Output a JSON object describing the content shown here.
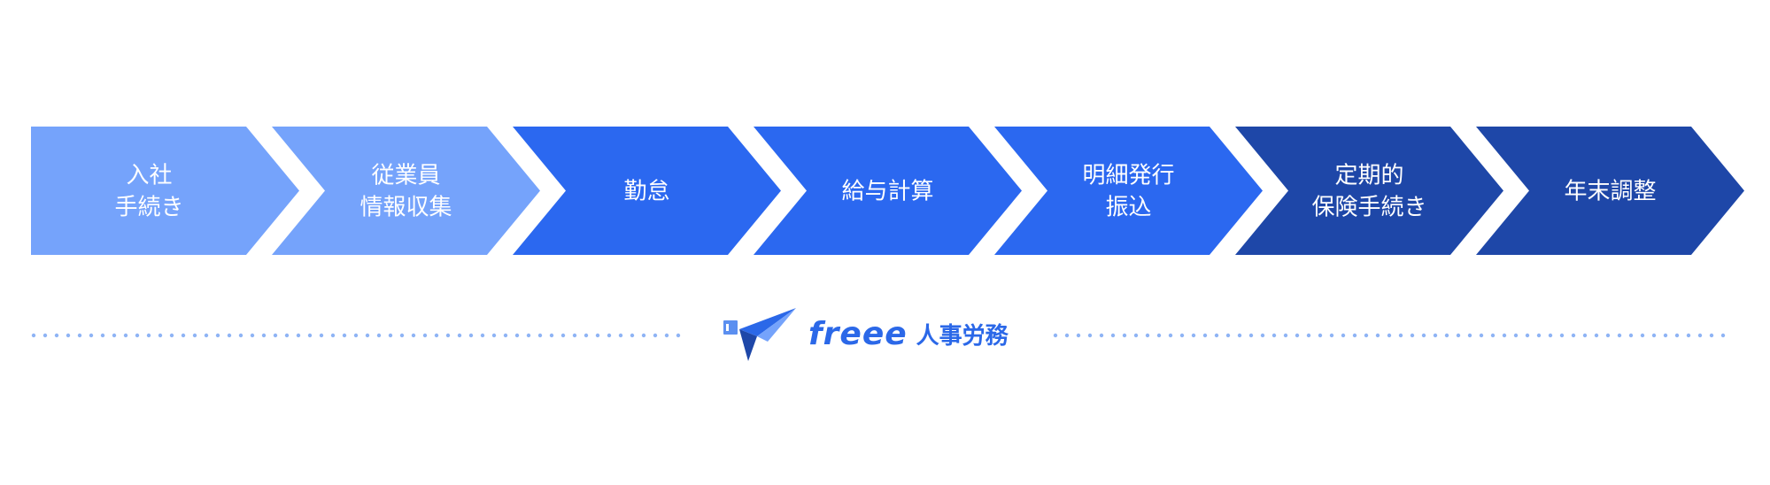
{
  "steps": [
    {
      "lines": [
        "入社",
        "手続き"
      ],
      "color": "#75a3fb"
    },
    {
      "lines": [
        "従業員",
        "情報収集"
      ],
      "color": "#75a3fb"
    },
    {
      "lines": [
        "勤怠"
      ],
      "color": "#2b68f0"
    },
    {
      "lines": [
        "給与計算"
      ],
      "color": "#2b68f0"
    },
    {
      "lines": [
        "明細発行",
        "振込"
      ],
      "color": "#2b68f0"
    },
    {
      "lines": [
        "定期的",
        "保険手続き"
      ],
      "color": "#1e47a8"
    },
    {
      "lines": [
        "年末調整"
      ],
      "color": "#1e47a8"
    }
  ],
  "brand": {
    "logo_icon": "paper-plane-icon",
    "name": "freee",
    "product": "人事労務",
    "color": "#2b68e8",
    "dots_color": "#8fb4f5"
  }
}
